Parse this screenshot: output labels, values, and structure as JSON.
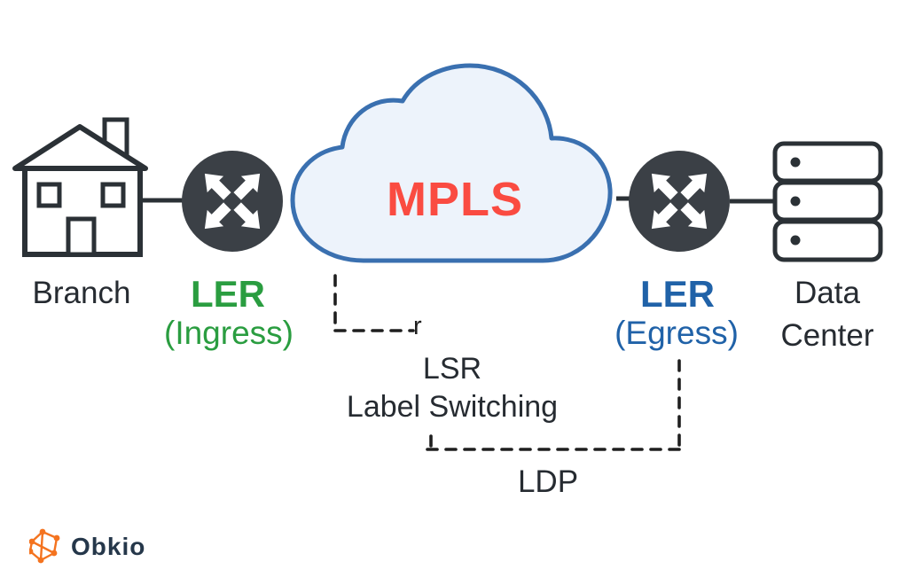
{
  "colors": {
    "ink": "#2b3136",
    "text": "#262b31",
    "green": "#2a9d40",
    "blue": "#2062a8",
    "red": "#fa4b41",
    "cloud_fill": "#edf3fb",
    "cloud_stroke": "#3a70b0",
    "router_fill": "#3b4046",
    "dash": "#1f1f1f",
    "logo_orange": "#f4731f",
    "logo_text": "#25374a"
  },
  "icons": {
    "branch": "house-icon",
    "ingress_router": "crossed-arrows-router-icon",
    "mpls_cloud": "cloud-icon",
    "egress_router": "crossed-arrows-router-icon",
    "data_center": "server-stack-icon",
    "brand": "network-nodes-icon"
  },
  "nodes": {
    "branch": {
      "label": "Branch"
    },
    "ingress_router": {
      "title": "LER",
      "subtitle": "(Ingress)"
    },
    "mpls_cloud": {
      "label": "MPLS"
    },
    "egress_router": {
      "title": "LER",
      "subtitle": "(Egress)"
    },
    "data_center": {
      "label": "Data\nCenter"
    }
  },
  "annotations": {
    "lsr": {
      "label": "LSR\nLabel Switching"
    },
    "ldp": {
      "label": "LDP"
    },
    "line_end_glyph": {
      "label": "r"
    }
  },
  "footer": {
    "brand": "Obkio"
  }
}
